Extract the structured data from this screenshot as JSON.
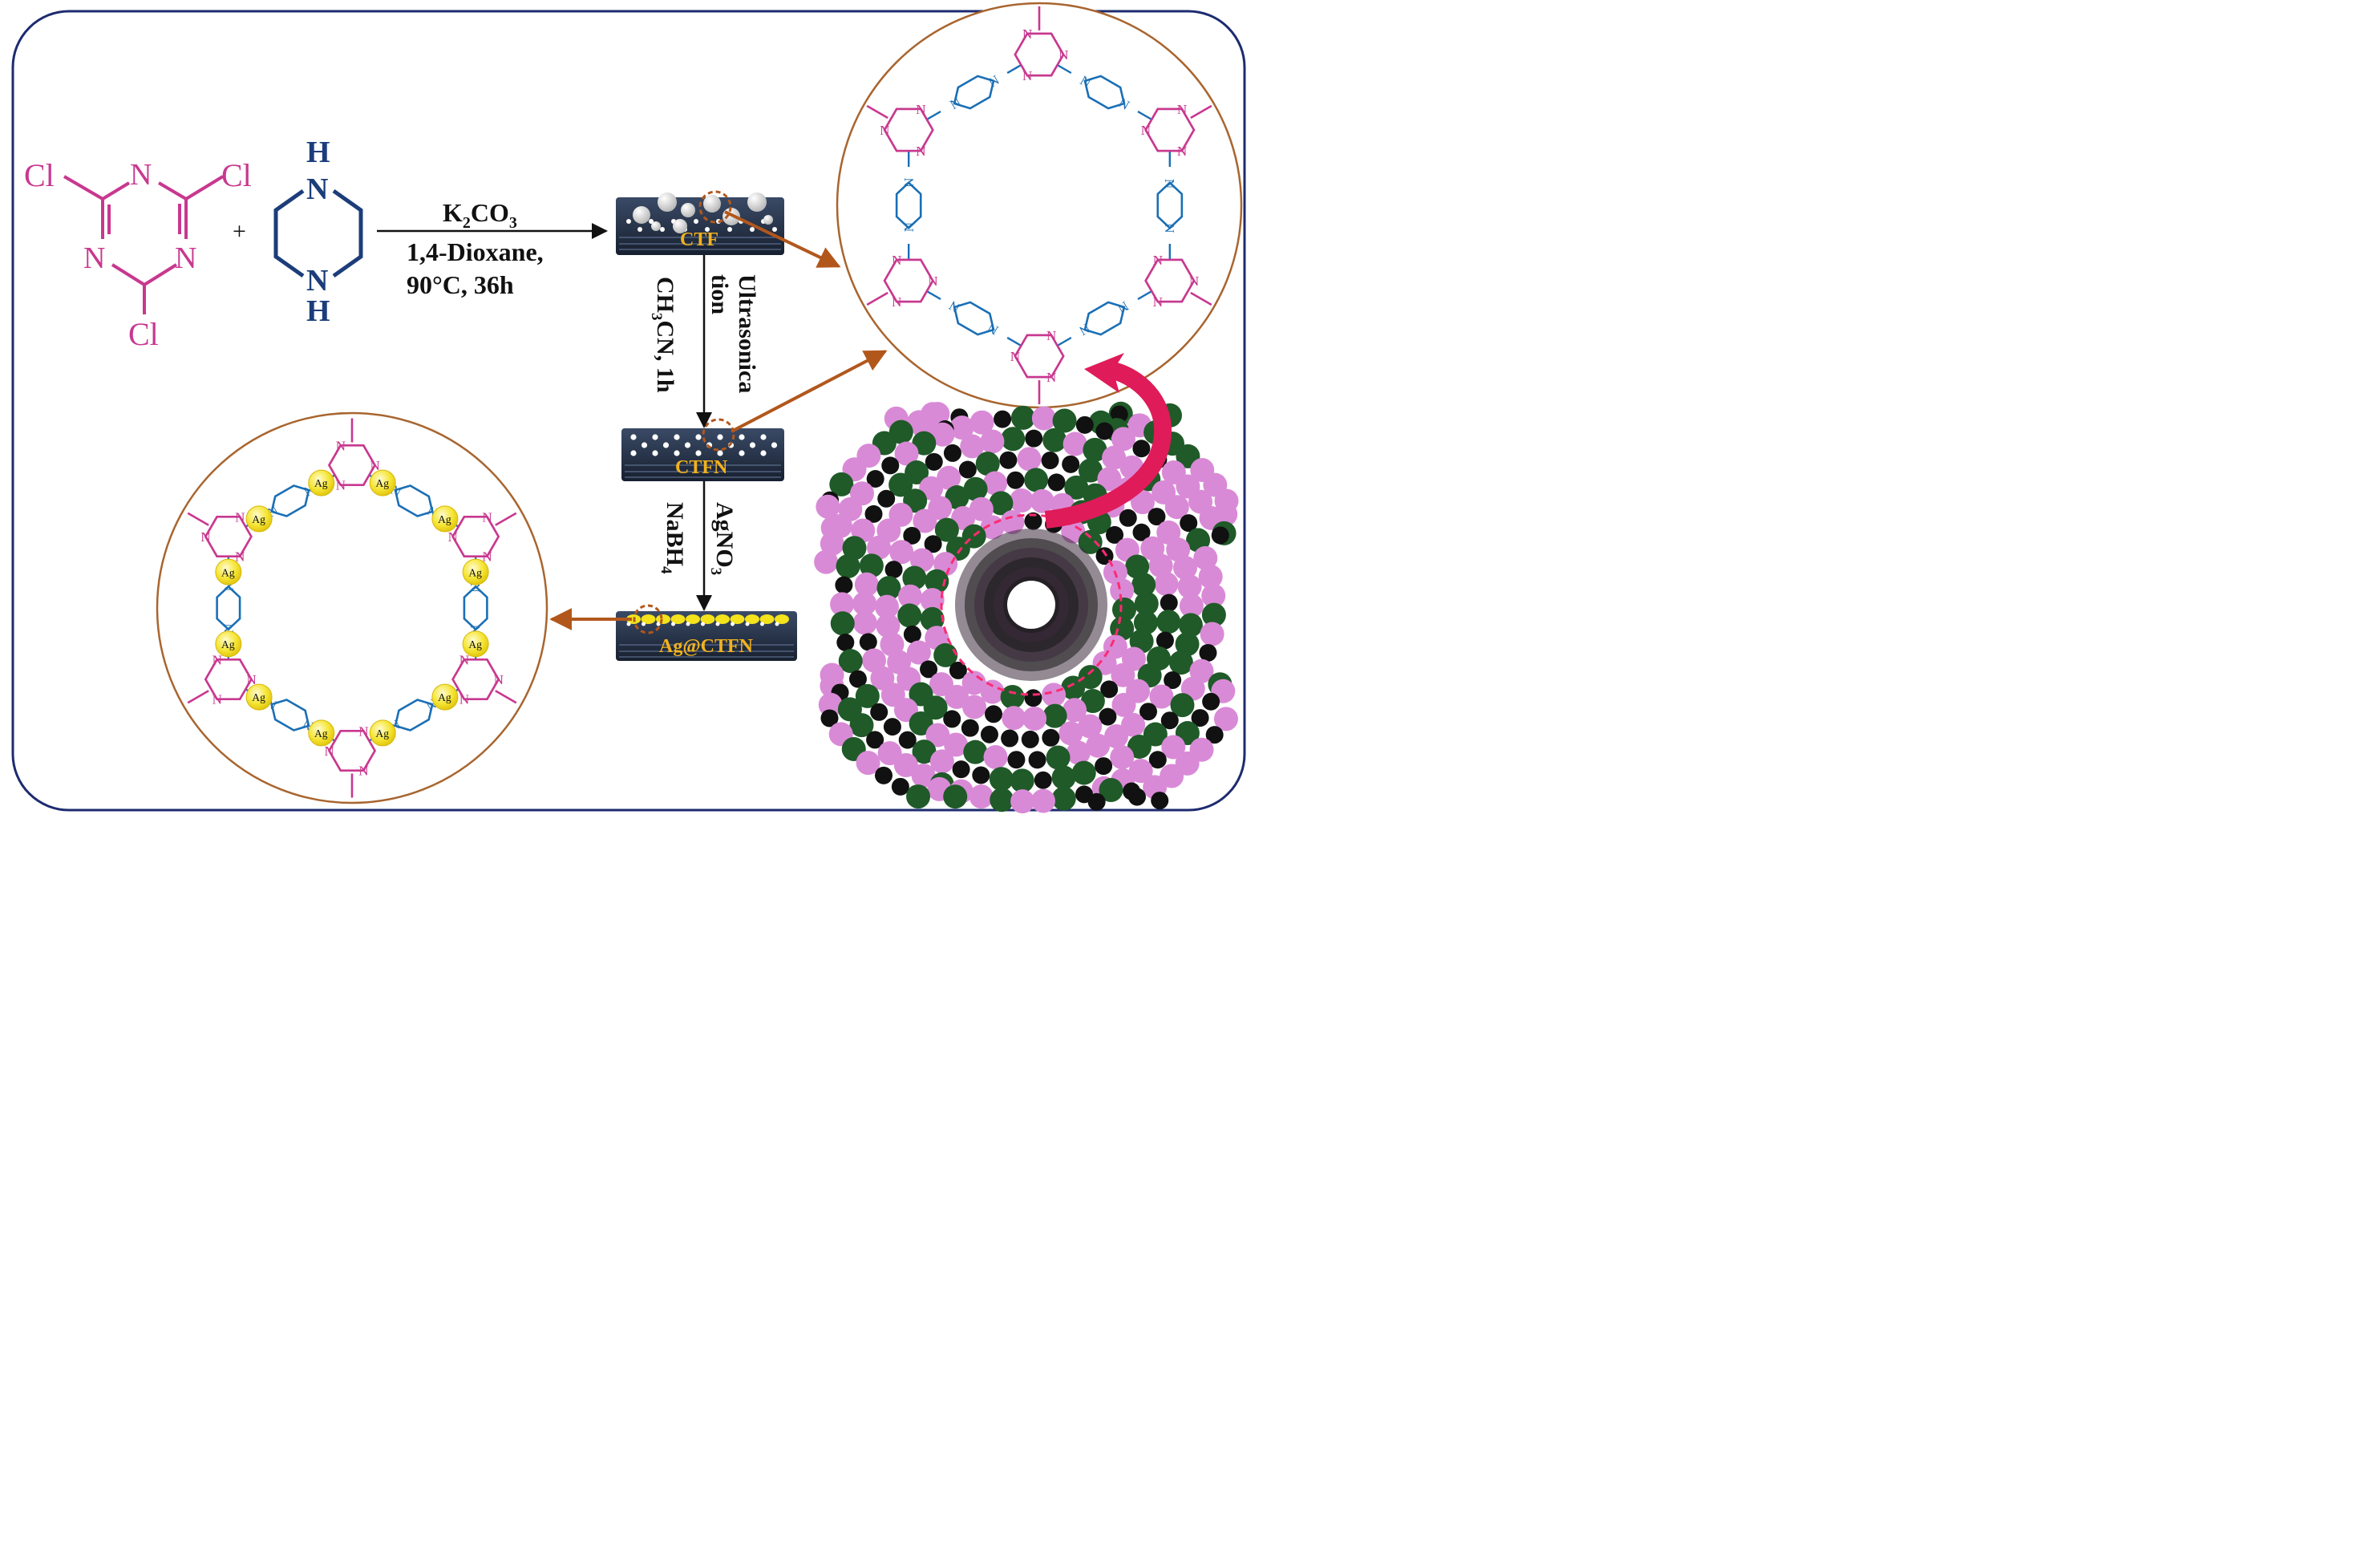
{
  "colors": {
    "frame": "#1d2b6f",
    "triazine": "#c8388f",
    "piperazine": "#1a6fb5",
    "piperazine_reagent": "#1c3d7a",
    "ag": "#f3e21c",
    "arrow_orange": "#b2571c",
    "curved_arrow": "#df1b5a",
    "layer_dark": "#1f2a3c",
    "layer_label": "#f2b21c",
    "sphere_pink": "#d98ad6",
    "sphere_green": "#1f5a28"
  },
  "reagents": {
    "cyanuric": {
      "cl_top_left": "Cl",
      "cl_top_right": "Cl",
      "cl_bottom": "Cl",
      "n1": "N",
      "n2": "N",
      "n3": "N"
    },
    "plus": "+",
    "piperazine": {
      "h_top": "H",
      "n_top": "N",
      "n_bottom": "N",
      "h_bottom": "H"
    }
  },
  "conditions": {
    "main": {
      "reagent_base": "K",
      "reagent_sub1": "2",
      "reagent_mid": "CO",
      "reagent_sub2": "3",
      "solvent": "1,4-Dioxane,",
      "temp_time": "90°C, 36h"
    },
    "step2": {
      "left_a": "CH",
      "left_sub": "3",
      "left_b": "CN, 1h",
      "right_line1": "Ultrasonica",
      "right_line2": "tion"
    },
    "step3": {
      "left_a": "NaBH",
      "left_sub": "4",
      "right_a": "AgNO",
      "right_sub": "3"
    }
  },
  "materials": {
    "ctf": "CTF",
    "ctfn": "CTFN",
    "agctfn": "Ag@CTFN"
  },
  "ring_atom": "N",
  "ag_label": "Ag",
  "icons": [
    "framework-sphere-model-icon",
    "curved-arrow-icon",
    "zoom-circle-icon"
  ]
}
